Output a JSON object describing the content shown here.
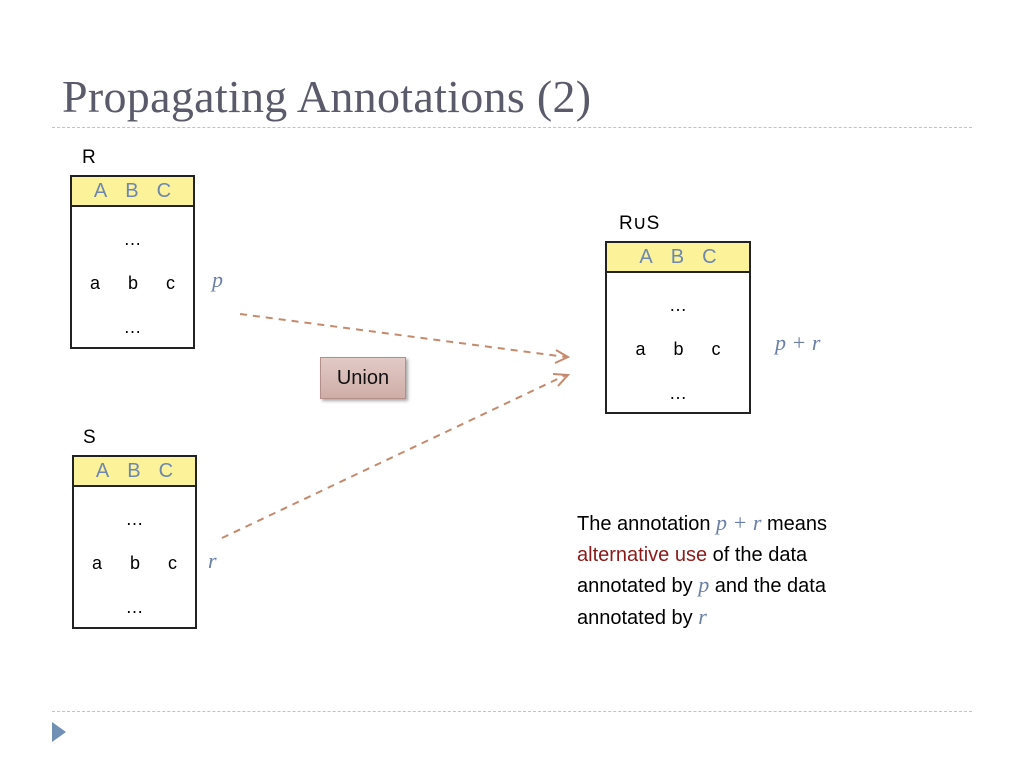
{
  "title": "Propagating Annotations (2)",
  "tables": {
    "R": {
      "label": "R",
      "columns": [
        "A",
        "B",
        "C"
      ],
      "ellipsis": "…",
      "row": [
        "a",
        "b",
        "c"
      ],
      "annotation": "p"
    },
    "S": {
      "label": "S",
      "columns": [
        "A",
        "B",
        "C"
      ],
      "ellipsis": "…",
      "row": [
        "a",
        "b",
        "c"
      ],
      "annotation": "r"
    },
    "RS": {
      "label_left": "R",
      "union_symbol": "∪",
      "label_right": "S",
      "columns": [
        "A",
        "B",
        "C"
      ],
      "ellipsis": "…",
      "row": [
        "a",
        "b",
        "c"
      ],
      "annotation": "p + r"
    }
  },
  "operation": {
    "label": "Union"
  },
  "description": {
    "part1": "The annotation ",
    "var_pr": "p + r",
    "part2": " means ",
    "highlight": "alternative use",
    "part3": " of the data annotated by ",
    "var_p": "p",
    "part4": " and the data annotated by ",
    "var_r": "r"
  },
  "colors": {
    "title": "#5a5a6a",
    "header_fill": "#fcf29a",
    "header_text": "#6d87ae",
    "annotation": "#6b7fa6",
    "arrow": "#c58a6d",
    "highlight": "#8b1a1a",
    "union_fill": "#d9bcb7"
  }
}
